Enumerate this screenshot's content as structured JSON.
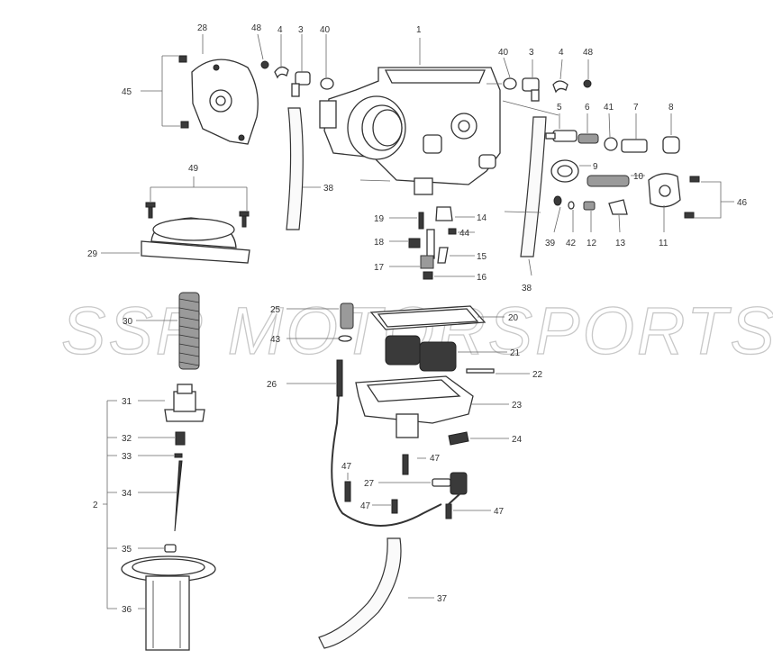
{
  "watermark": "SSR MOTORSPORTS",
  "callouts": {
    "c1": "1",
    "c2": "2",
    "c3a": "3",
    "c3b": "3",
    "c4a": "4",
    "c4b": "4",
    "c5": "5",
    "c6": "6",
    "c7": "7",
    "c8": "8",
    "c9": "9",
    "c10": "10",
    "c11": "11",
    "c12": "12",
    "c13": "13",
    "c14": "14",
    "c15": "15",
    "c16": "16",
    "c17": "17",
    "c18": "18",
    "c19": "19",
    "c20": "20",
    "c21": "21",
    "c22": "22",
    "c23": "23",
    "c24": "24",
    "c25": "25",
    "c26": "26",
    "c27": "27",
    "c28": "28",
    "c29": "29",
    "c30": "30",
    "c31": "31",
    "c32": "32",
    "c33": "33",
    "c34": "34",
    "c35": "35",
    "c36": "36",
    "c37": "37",
    "c38a": "38",
    "c38b": "38",
    "c39": "39",
    "c40a": "40",
    "c40b": "40",
    "c41": "41",
    "c42": "42",
    "c43": "43",
    "c44": "44",
    "c45": "45",
    "c46": "46",
    "c47a": "47",
    "c47b": "47",
    "c47c": "47",
    "c47d": "47",
    "c48a": "48",
    "c48b": "48",
    "c49": "49"
  }
}
